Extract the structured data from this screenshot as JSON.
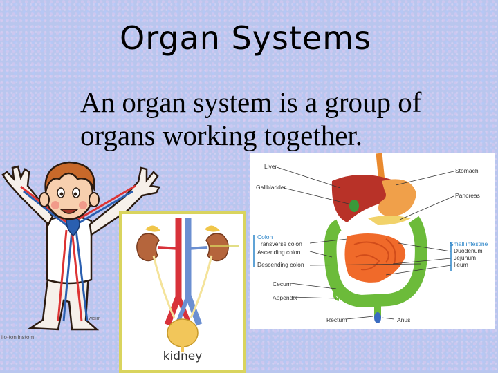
{
  "slide": {
    "title": "Organ Systems",
    "body": "An organ system is a group of organs working together."
  },
  "kidney_figure": {
    "label": "kidney"
  },
  "digestive_figure": {
    "labels": {
      "liver": "Liver",
      "gallbladder": "Gallbladder",
      "colon": "Colon",
      "transverse_colon": "Transverse colon",
      "ascending_colon": "Ascending colon",
      "descending_colon": "Descending colon",
      "cecum": "Cecum",
      "appendix": "Appendix",
      "rectum": "Rectum",
      "anus": "Anus",
      "stomach": "Stomach",
      "pancreas": "Pancreas",
      "small_intestine": "Small intestine",
      "duodenum": "Duodenum",
      "jejunum": "Jejunum",
      "ileum": "Ileum"
    }
  },
  "credit": "ilo-tonlinstom",
  "cartoon_signature": "wisim"
}
